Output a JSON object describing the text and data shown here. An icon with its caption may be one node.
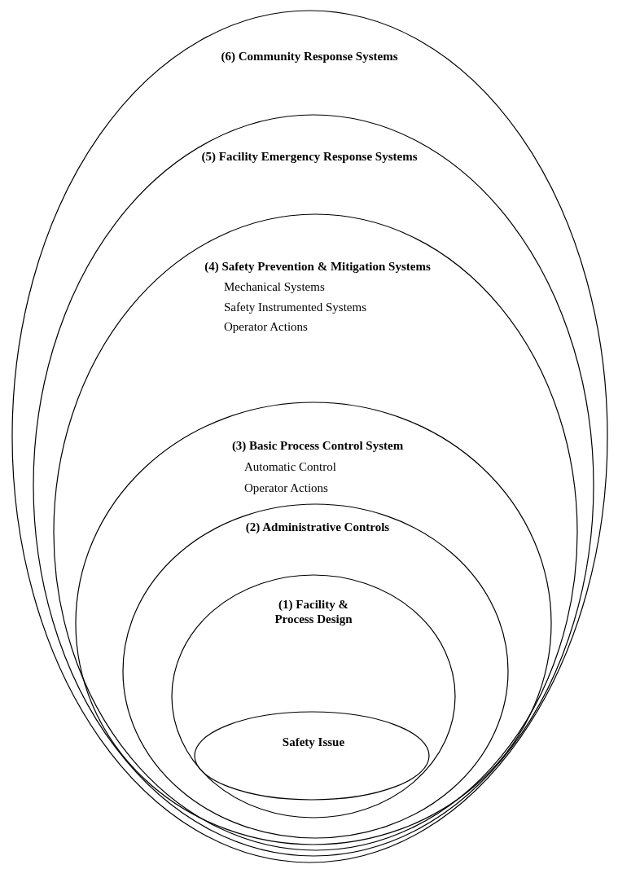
{
  "diagram": {
    "nodes": [
      {
        "text": [
          "(6) Community Response Systems"
        ]
      },
      {
        "text": [
          "(5) Facility Emergency Response Systems"
        ],
        "in": 0
      },
      {
        "text": [
          "(4) Safety Prevention & Mitigation Systems",
          "Mechanical Systems",
          "Safety Instrumented Systems",
          "Operator Actions"
        ],
        "in": 1
      },
      {
        "text": [
          "(3) Basic Process Control System",
          "Automatic Control",
          "Operator Actions"
        ],
        "in": 2
      },
      {
        "text": [
          "(2) Administrative Controls"
        ],
        "in": 3
      },
      {
        "text": [
          "(1) Facility & Process Design"
        ],
        "in": 4
      },
      {
        "text": [
          "Safety Issue"
        ],
        "in": 5
      }
    ]
  }
}
